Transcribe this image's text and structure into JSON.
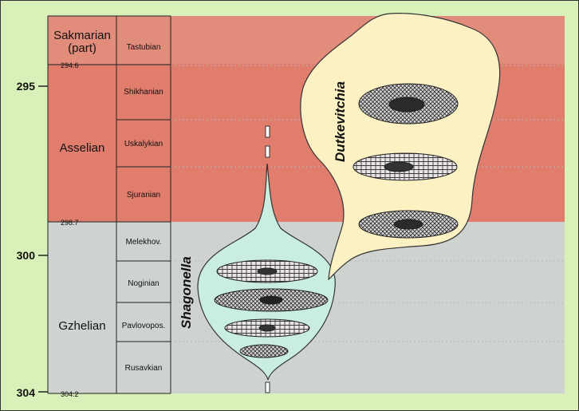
{
  "stages": [
    {
      "id": "sakmarian",
      "line1": "Sakmarian",
      "line2": "(part)"
    },
    {
      "id": "asselian",
      "label": "Asselian"
    },
    {
      "id": "gzhelian",
      "label": "Gzhelian"
    }
  ],
  "substages": [
    {
      "label": "Tastubian"
    },
    {
      "label": "Shikhanian"
    },
    {
      "label": "Uskalykian"
    },
    {
      "label": "Sjuranian"
    },
    {
      "label": "Melekhov."
    },
    {
      "label": "Noginian"
    },
    {
      "label": "Pavlovopos."
    },
    {
      "label": "Rusavkian"
    }
  ],
  "age_ticks": [
    "295",
    "300",
    "304"
  ],
  "boundaries": [
    "294.6",
    "298.7",
    "304.2"
  ],
  "genera": {
    "left": "Shagonella",
    "right": "Dutkevitchia"
  },
  "colors": {
    "permian": "#e07d6d",
    "carboniferous": "#cfd3cf",
    "shagonella": "#c9eee0",
    "dutkevitchia": "#fbf1c2",
    "background": "#d9f0b9"
  }
}
